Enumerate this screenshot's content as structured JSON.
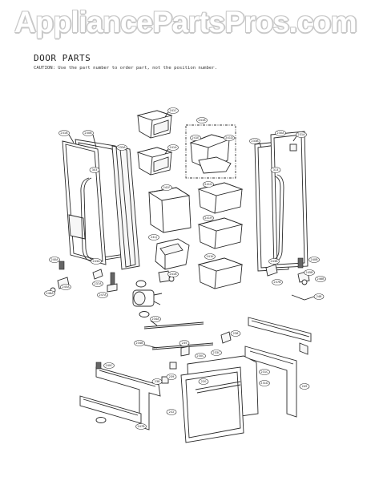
{
  "watermark": "AppliancePartsPros.com",
  "title": "DOOR PARTS",
  "caution": "CAUTION: Use the part number to order part, not the position number.",
  "callouts": [
    {
      "id": "c1",
      "text": "241C"
    },
    {
      "id": "c2",
      "text": "241A"
    },
    {
      "id": "c3",
      "text": "241B"
    },
    {
      "id": "c4",
      "text": "241E"
    },
    {
      "id": "c5",
      "text": "241D"
    },
    {
      "id": "c6",
      "text": "241F"
    },
    {
      "id": "c7",
      "text": "241G"
    },
    {
      "id": "c8",
      "text": "241H"
    },
    {
      "id": "c9",
      "text": "241J"
    },
    {
      "id": "c10",
      "text": "241K"
    },
    {
      "id": "c11",
      "text": "241B"
    },
    {
      "id": "c12",
      "text": "231B"
    },
    {
      "id": "c13",
      "text": "230B"
    },
    {
      "id": "c14",
      "text": "233A"
    },
    {
      "id": "c15",
      "text": "303"
    },
    {
      "id": "c16",
      "text": "240A"
    },
    {
      "id": "c17",
      "text": "243A"
    },
    {
      "id": "c18",
      "text": "245A"
    },
    {
      "id": "c19",
      "text": "246A"
    },
    {
      "id": "c20",
      "text": "237A"
    },
    {
      "id": "c21",
      "text": "247A"
    },
    {
      "id": "c22",
      "text": "231A"
    },
    {
      "id": "c23",
      "text": "230A"
    },
    {
      "id": "c24",
      "text": "233B"
    },
    {
      "id": "c25",
      "text": "313"
    },
    {
      "id": "c26",
      "text": "240B"
    },
    {
      "id": "c27",
      "text": "243B"
    },
    {
      "id": "c28",
      "text": "245B"
    },
    {
      "id": "c29",
      "text": "246B"
    },
    {
      "id": "c30",
      "text": "237B"
    },
    {
      "id": "c31",
      "text": "248"
    },
    {
      "id": "c32",
      "text": "234A"
    },
    {
      "id": "c33",
      "text": "234B"
    },
    {
      "id": "c34",
      "text": "236"
    },
    {
      "id": "c35",
      "text": "235"
    },
    {
      "id": "c36",
      "text": "230C"
    },
    {
      "id": "c37",
      "text": "233C"
    },
    {
      "id": "c38",
      "text": "231C"
    },
    {
      "id": "c39",
      "text": "220"
    },
    {
      "id": "c40",
      "text": "231D"
    },
    {
      "id": "c41",
      "text": "232"
    },
    {
      "id": "c42",
      "text": "240C"
    },
    {
      "id": "c43",
      "text": "239"
    },
    {
      "id": "c44",
      "text": "238"
    },
    {
      "id": "c45",
      "text": "249"
    },
    {
      "id": "c46",
      "text": "247B"
    }
  ]
}
